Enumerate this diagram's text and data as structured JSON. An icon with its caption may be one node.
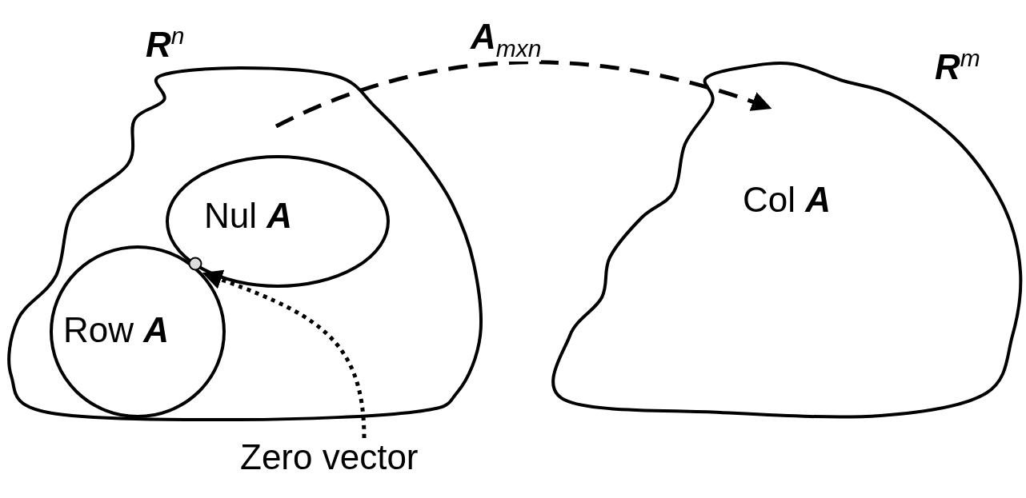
{
  "diagram": {
    "nodes": [
      {
        "text": [
          "**R**$^{n}$"
        ]
      },
      {
        "text": [
          "Nul **A**"
        ],
        "in": 0
      },
      {
        "text": [
          "Row **A**"
        ],
        "in": 0
      },
      {
        "text": [],
        "shape": "circle",
        "in": 1
      },
      {
        "text": [
          "Zero vector"
        ]
      },
      {
        "text": [
          "**R**$^{m}$",
          "Col **A**"
        ]
      }
    ],
    "edges": [
      {
        "from": 0,
        "to": 5,
        "arrow": "to",
        "label": "**A**$_{mxn}$",
        "style": "dashed"
      },
      {
        "from": 4,
        "to": 3,
        "arrow": "to",
        "style": "dashed"
      }
    ]
  }
}
